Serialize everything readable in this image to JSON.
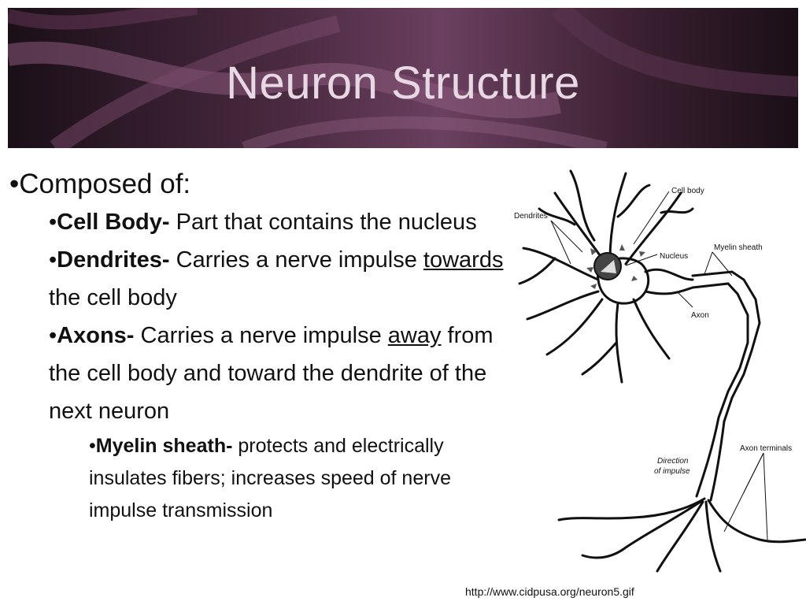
{
  "slide": {
    "title": "Neuron Structure",
    "credit": "http://www.cidpusa.org/neuron5.gif"
  },
  "content": {
    "intro": "Composed of:",
    "cell_body": {
      "term": "Cell Body-",
      "text": " Part that contains the nucleus"
    },
    "dendrites": {
      "term": "Dendrites-",
      "text_a": " Carries a nerve impulse ",
      "underlined": "towards",
      "text_b": " the cell body"
    },
    "axons": {
      "term": "Axons-",
      "text_a": " Carries a nerve impulse ",
      "underlined": "away",
      "text_b": " from the cell body and toward the dendrite of the next neuron"
    },
    "myelin": {
      "term": "Myelin sheath-",
      "text": " protects and electrically insulates fibers; increases speed of nerve impulse transmission"
    }
  },
  "diagram": {
    "labels": {
      "cell_body": "Cell body",
      "dendrites": "Dendrites",
      "nucleus": "Nucleus",
      "myelin_sheath": "Myelin sheath",
      "axon": "Axon",
      "direction": "Direction",
      "of_impulse": "of impulse",
      "axon_terminals": "Axon terminals"
    }
  }
}
